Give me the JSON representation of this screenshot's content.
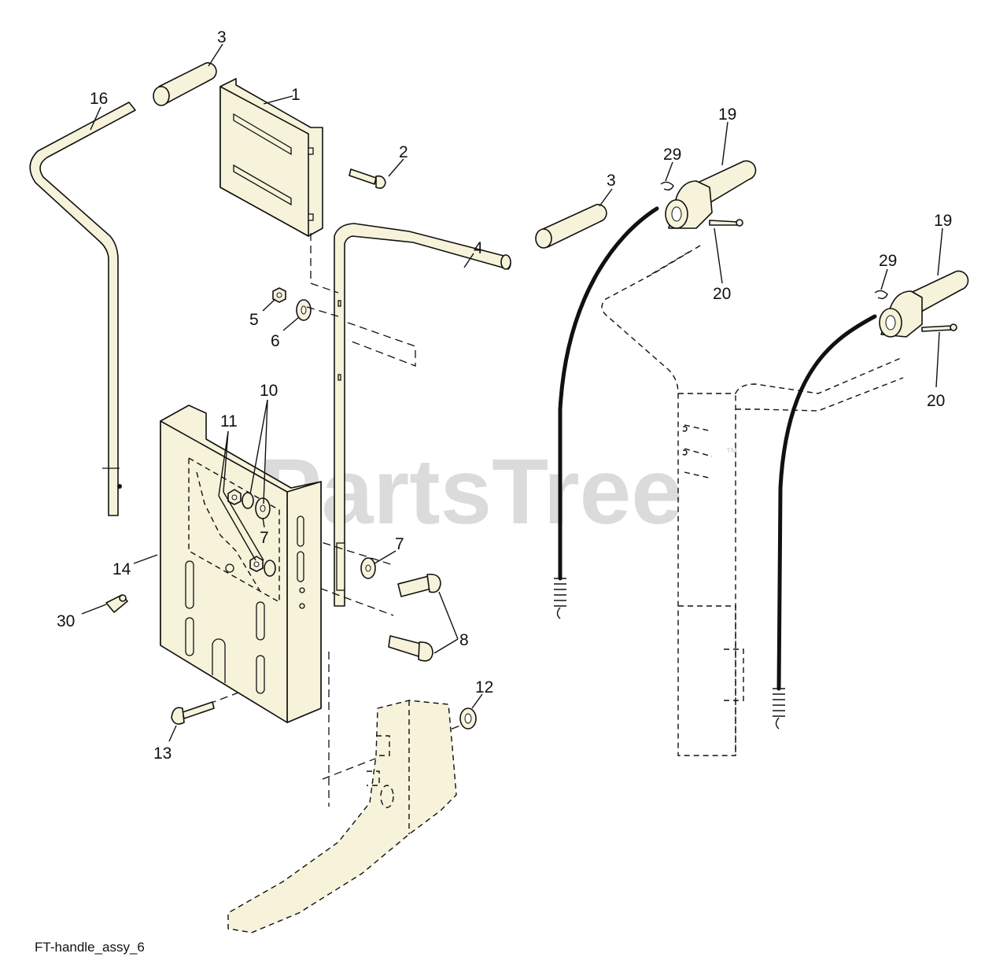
{
  "watermark": "PartsTree",
  "watermark_tm": "™",
  "caption": "FT-handle_assy_6",
  "callouts": {
    "c1": "1",
    "c2": "2",
    "c3a": "3",
    "c3b": "3",
    "c4": "4",
    "c5": "5",
    "c6": "6",
    "c7a": "7",
    "c7b": "7",
    "c8": "8",
    "c10": "10",
    "c11": "11",
    "c12": "12",
    "c13": "13",
    "c14": "14",
    "c16": "16",
    "c19a": "19",
    "c19b": "19",
    "c20a": "20",
    "c20b": "20",
    "c29a": "29",
    "c29b": "29",
    "c30": "30"
  }
}
